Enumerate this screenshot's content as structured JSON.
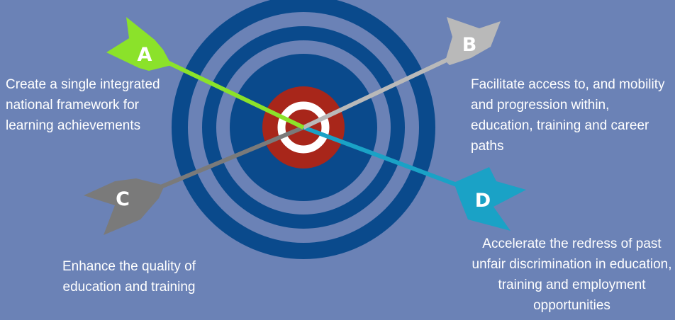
{
  "colors": {
    "background": "#6b82b6",
    "ring_dark": "#0a4a8c",
    "bullseye_red": "#a8261a",
    "arrow_a": "#8be22a",
    "arrow_b": "#b9b9b9",
    "arrow_c": "#7a7a7a",
    "arrow_d": "#1aa2c6"
  },
  "arrows": {
    "a": {
      "letter": "A",
      "icon": "arrow-icon"
    },
    "b": {
      "letter": "B",
      "icon": "arrow-icon"
    },
    "c": {
      "letter": "C",
      "icon": "arrow-icon"
    },
    "d": {
      "letter": "D",
      "icon": "arrow-icon"
    }
  },
  "goals": {
    "a": "Create a single integrated national framework for learning achievements",
    "b": "Facilitate access to, and mobility and progression within, education, training and career paths",
    "c": "Enhance the quality of education and training",
    "d": "Accelerate the redress of past unfair discrimination in education, training and employment opportunities"
  },
  "target_icon": "bullseye-target-icon"
}
